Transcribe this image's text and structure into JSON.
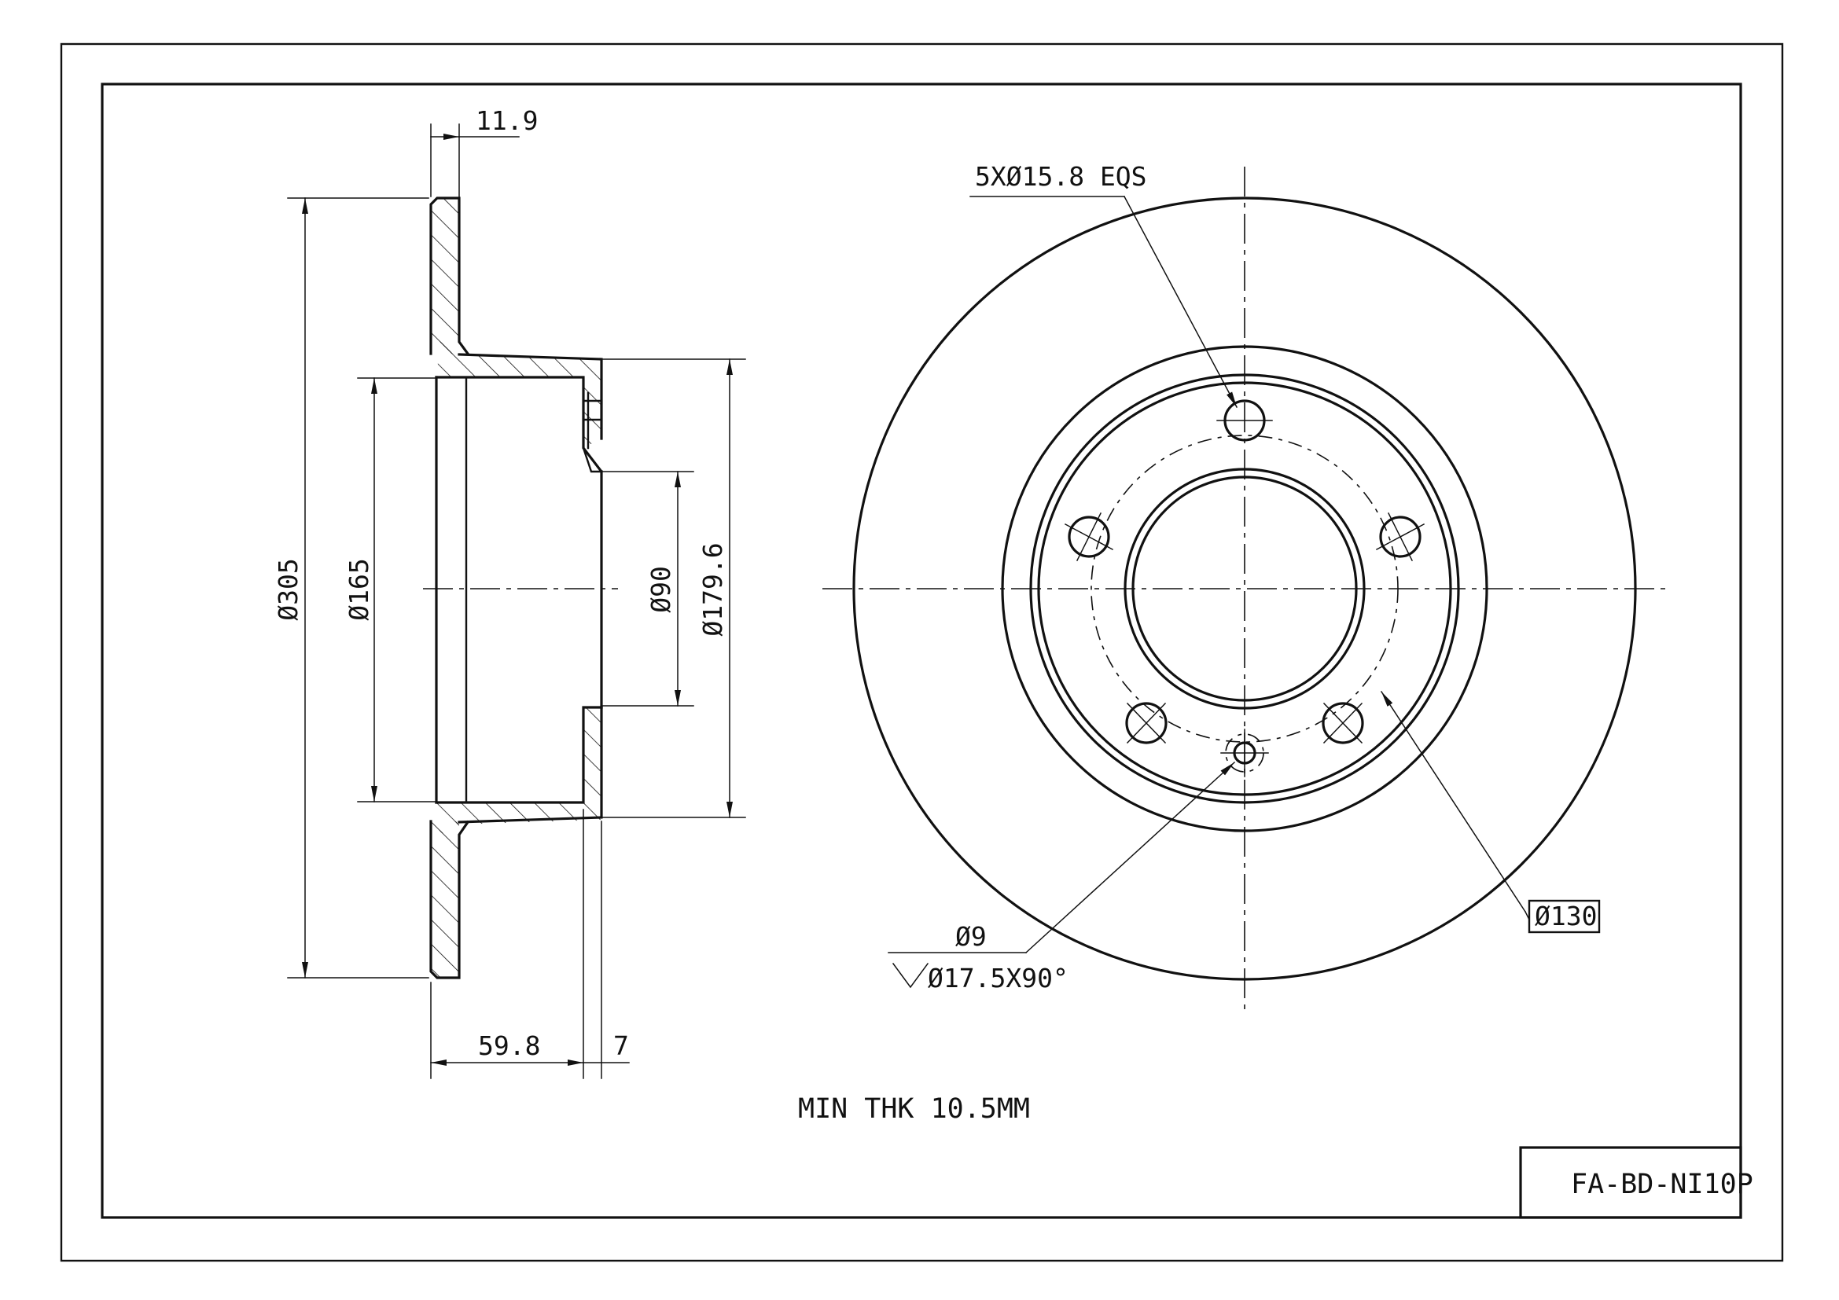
{
  "labels": {
    "flange_thickness": "11.9",
    "bolt_holes": "5XØ15.8 EQS",
    "disc_diameter": "Ø305",
    "hub_inner_diameter": "Ø165",
    "center_bore": "Ø90",
    "hat_outer_diameter": "Ø179.6",
    "hat_height": "59.8",
    "hub_face_thickness": "7",
    "pin_hole": "Ø9",
    "countersink": "Ø17.5X90°",
    "pitch_circle": "Ø130",
    "min_thickness": "MIN THK 10.5MM",
    "part_number": "FA-BD-NI10P"
  }
}
